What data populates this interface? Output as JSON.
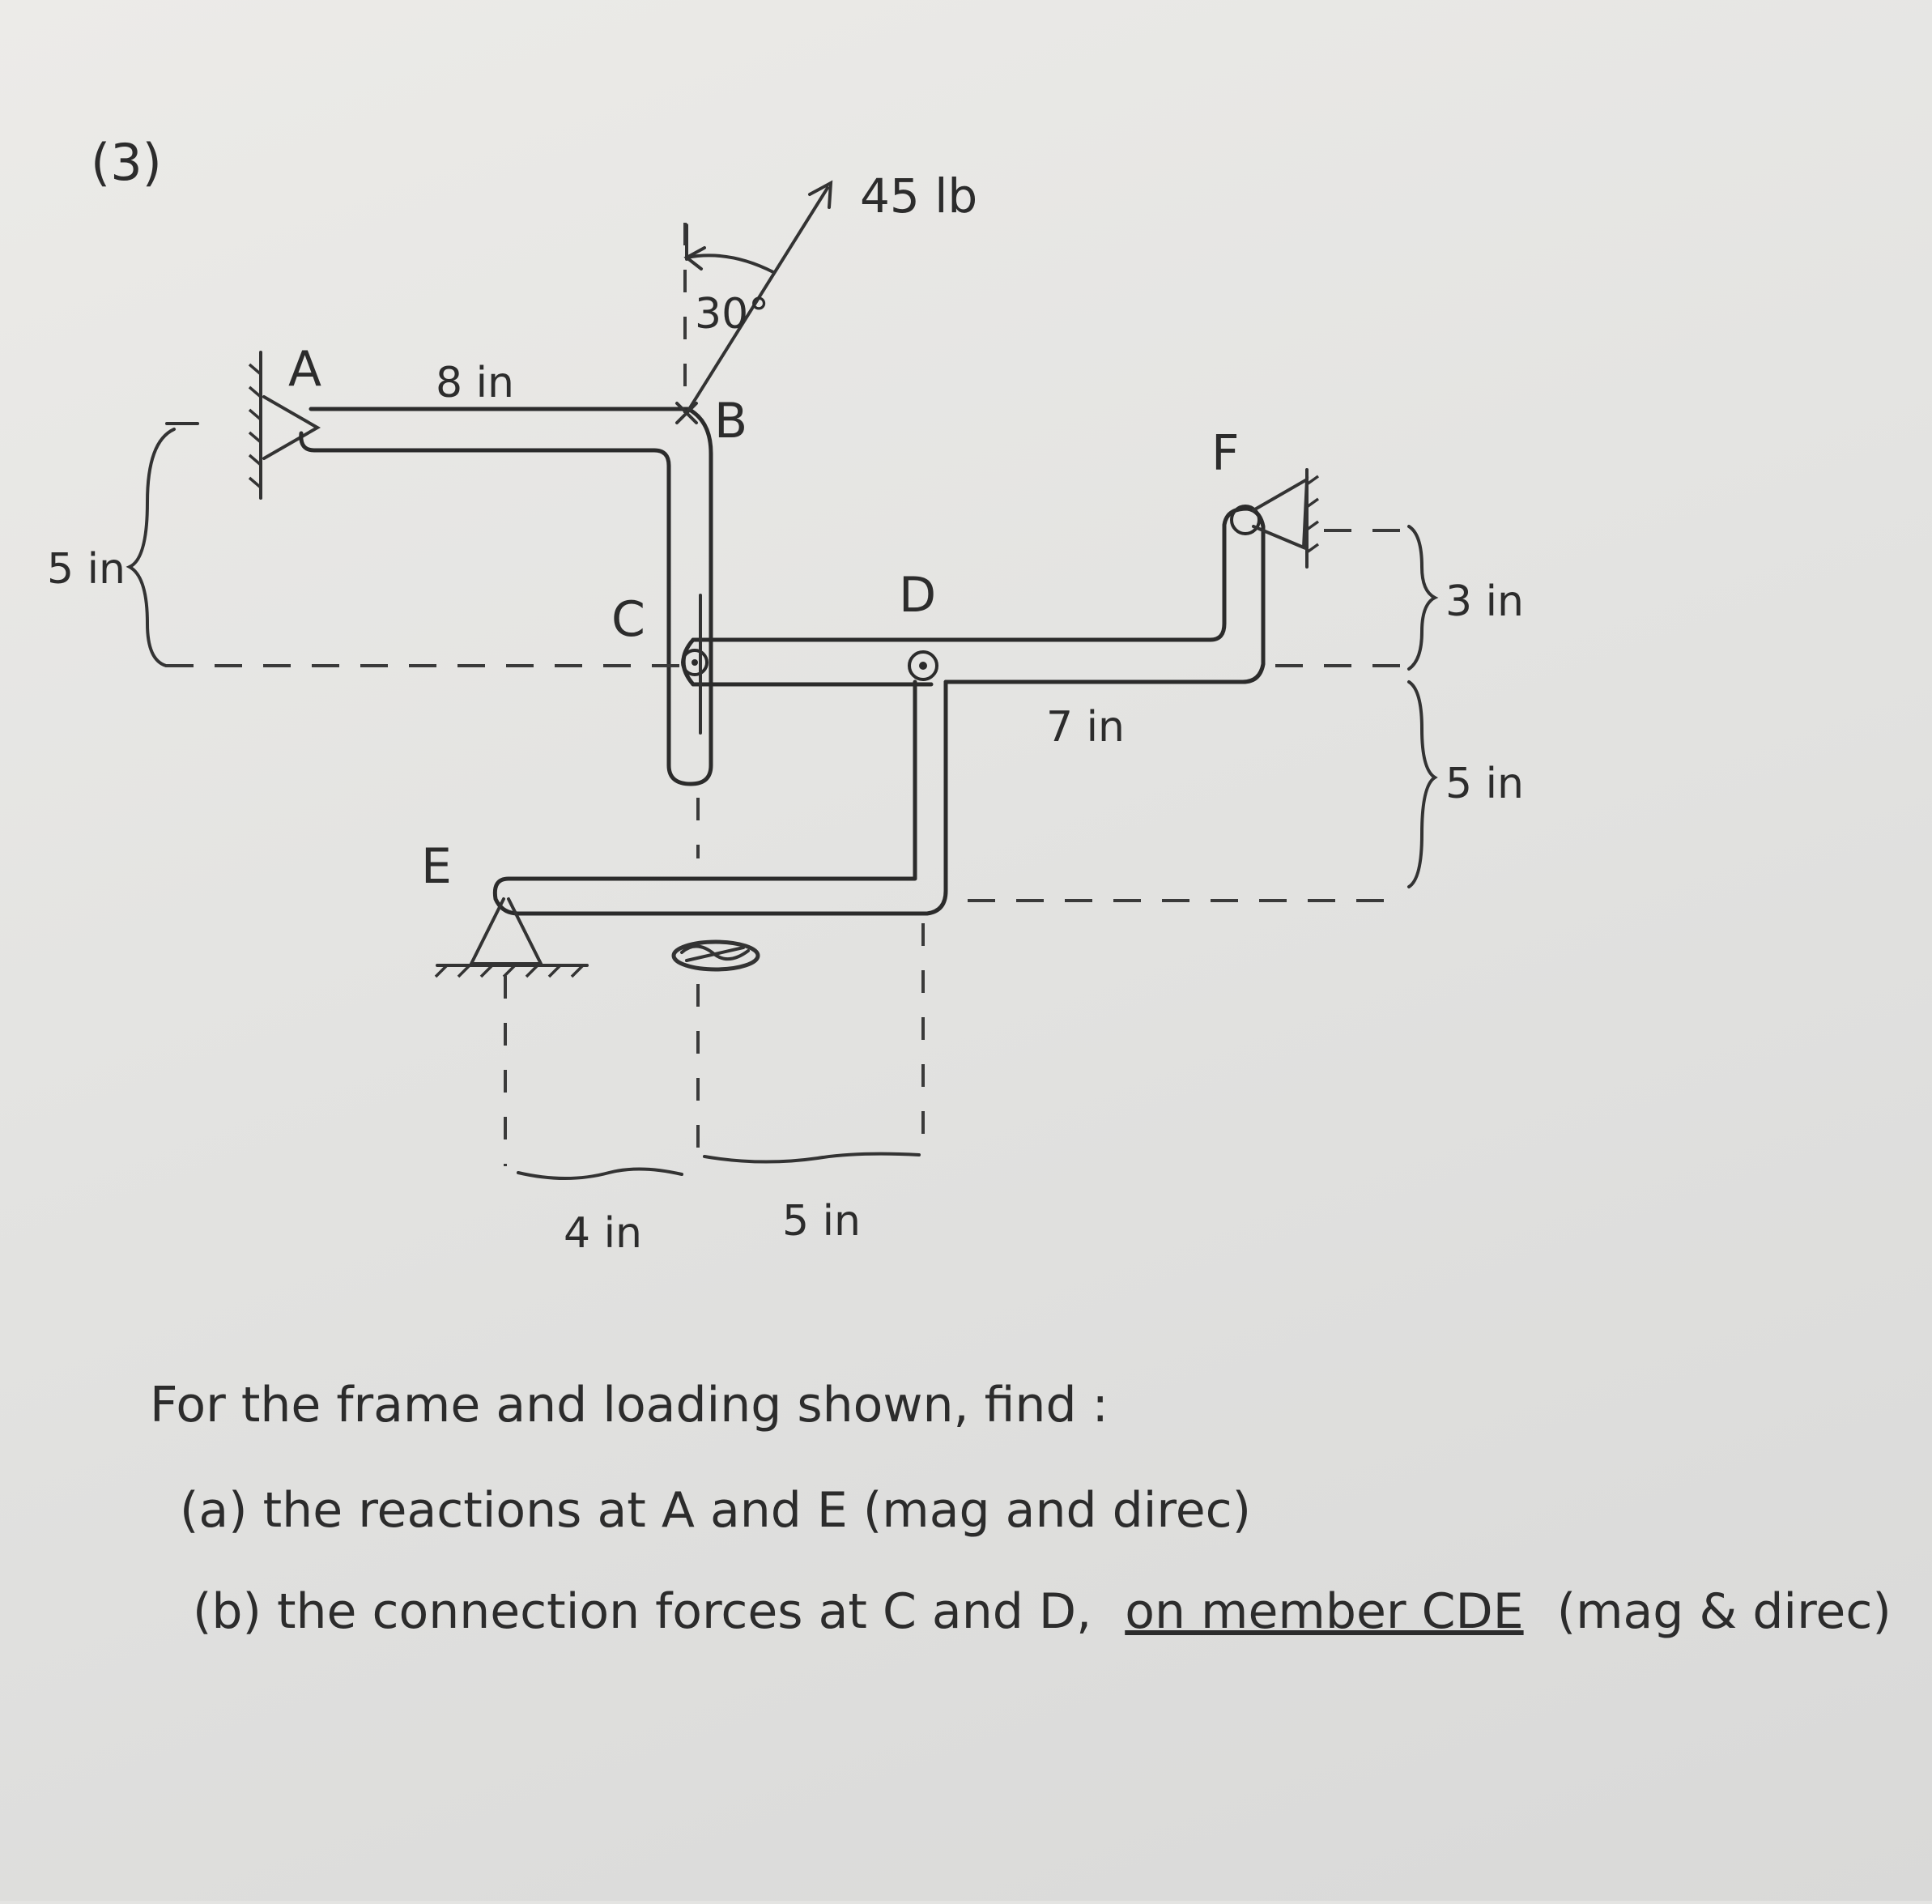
{
  "problem_number": "(3)",
  "points": {
    "A": "A",
    "B": "B",
    "C": "C",
    "D": "D",
    "E": "E",
    "F": "F"
  },
  "load": {
    "magnitude": "45 lb",
    "angle": "30°"
  },
  "dimensions": {
    "ab": "8 in",
    "left_vertical": "5 in",
    "df": "7 in",
    "f_offset": "3 in",
    "d_to_e": "5 in",
    "e_to_c": "4 in",
    "c_to_d": "5 in"
  },
  "question": {
    "intro": "For the frame and loading shown, find :",
    "part_a": "(a) the reactions at A and E (mag and direc)",
    "part_b_text": "(b) the connection forces at C and D,",
    "part_b_underlined": "on member CDE",
    "part_b_tail": "(mag & direc)"
  }
}
